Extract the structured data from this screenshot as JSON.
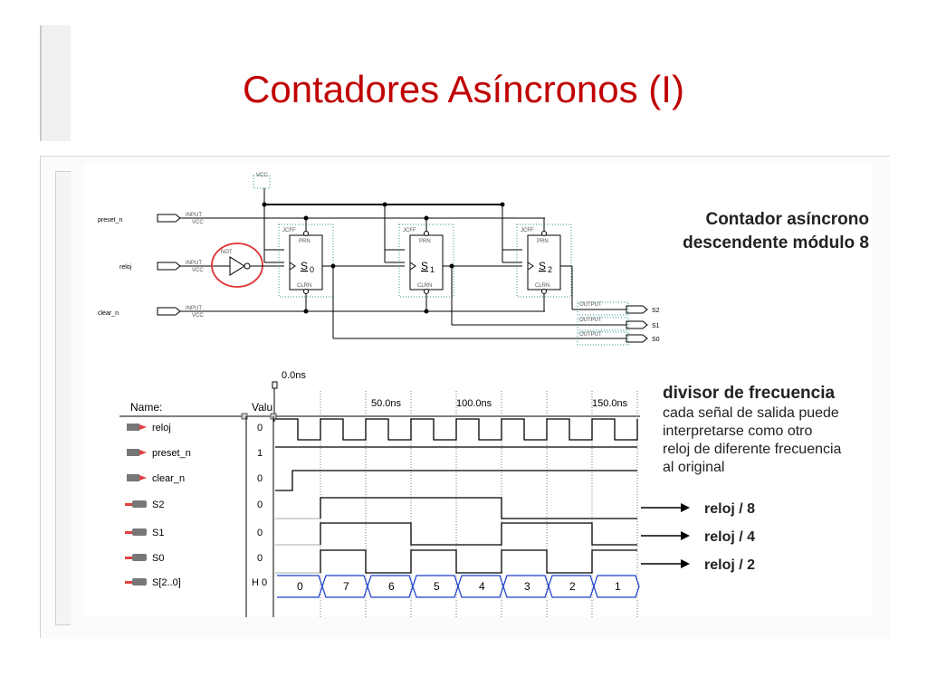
{
  "slide": {
    "title": "Contadores Asíncronos (I)"
  },
  "schematic": {
    "caption_line1": "Contador asíncrono",
    "caption_line2": "descendente módulo 8",
    "vcc_label": "VCC",
    "inputs": [
      {
        "name": "preset_n",
        "tag": "INPUT",
        "vcc": "VCC"
      },
      {
        "name": "reloj",
        "tag": "INPUT",
        "vcc": "VCC"
      },
      {
        "name": "clear_n",
        "tag": "INPUT",
        "vcc": "VCC"
      }
    ],
    "inverter_tag": "NOT",
    "flipflops": [
      {
        "label": "S",
        "sub": "0",
        "type": "JCFF",
        "prn": "PRN",
        "clrn": "CLRN"
      },
      {
        "label": "S",
        "sub": "1",
        "type": "JCFF",
        "prn": "PRN",
        "clrn": "CLRN"
      },
      {
        "label": "S",
        "sub": "2",
        "type": "JCFF",
        "prn": "PRN",
        "clrn": "CLRN"
      }
    ],
    "outputs": [
      {
        "name": "S2",
        "tag": "OUTPUT"
      },
      {
        "name": "S1",
        "tag": "OUTPUT"
      },
      {
        "name": "S0",
        "tag": "OUTPUT"
      }
    ]
  },
  "timing": {
    "marker_label": "0.0ns",
    "header_name": "Name:",
    "header_value": "Valu",
    "time_labels": [
      "50.0ns",
      "100.0ns",
      "150.0ns"
    ],
    "signals": [
      {
        "name": "reloj",
        "value": "0",
        "kind": "input"
      },
      {
        "name": "preset_n",
        "value": "1",
        "kind": "input"
      },
      {
        "name": "clear_n",
        "value": "0",
        "kind": "input"
      },
      {
        "name": "S2",
        "value": "0",
        "kind": "output"
      },
      {
        "name": "S1",
        "value": "0",
        "kind": "output"
      },
      {
        "name": "S0",
        "value": "0",
        "kind": "output"
      },
      {
        "name": "S[2..0]",
        "value": "H 0",
        "kind": "bus"
      }
    ],
    "bus_values": [
      "0",
      "7",
      "6",
      "5",
      "4",
      "3",
      "2",
      "1"
    ]
  },
  "annotation": {
    "title": "divisor de frecuencia",
    "lines": [
      "cada señal de salida puede",
      "interpretarse como otro",
      "reloj de diferente frecuencia",
      "al original"
    ],
    "arrows": [
      "reloj / 8",
      "reloj / 4",
      "reloj / 2"
    ]
  },
  "colors": {
    "title": "#c00000",
    "highlight_circle": "#e03030",
    "bus_wave": "#1a3fcc"
  }
}
